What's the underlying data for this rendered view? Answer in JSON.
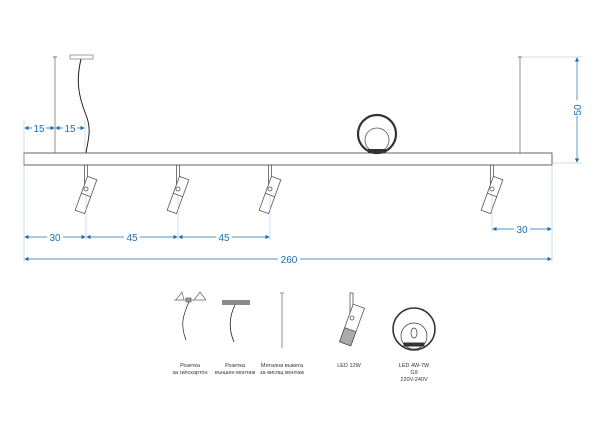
{
  "dimensions": {
    "d15a": "15",
    "d15b": "15",
    "d30_left": "30",
    "d45_a": "45",
    "d45_b": "45",
    "d30_right": "30",
    "total": "260",
    "height": "50"
  },
  "components": [
    {
      "line1": "Розетка",
      "line2": "за гипскартон"
    },
    {
      "line1": "Розетка",
      "line2": "външен монтаж"
    },
    {
      "line1": "Метални въжета",
      "line2": "за висящ монтаж"
    },
    {
      "line1": "LED 12W"
    },
    {
      "line1": "LED 4W-7W",
      "line2": "G9",
      "line3": "220V-240V"
    }
  ],
  "colors": {
    "dimension": "#1f6fb0",
    "line": "#555555"
  }
}
